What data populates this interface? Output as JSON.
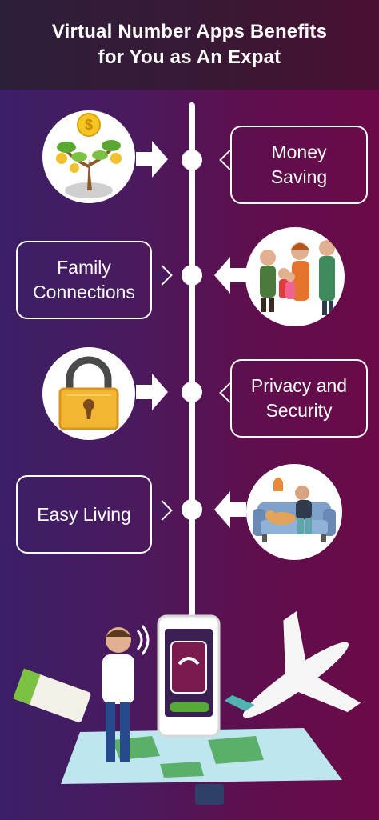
{
  "header": {
    "title_line1": "Virtual Number Apps Benefits",
    "title_line2": "for You as An Expat"
  },
  "benefits": [
    {
      "line1": "Money",
      "line2": "Saving",
      "icon": "money-tree-icon"
    },
    {
      "line1": "Family",
      "line2": "Connections",
      "icon": "family-icon"
    },
    {
      "line1": "Privacy and",
      "line2": "Security",
      "icon": "padlock-icon"
    },
    {
      "line1": "Easy Living",
      "line2": "",
      "icon": "couch-relax-icon"
    }
  ],
  "colors": {
    "background_left": "#3b1f67",
    "background_right": "#6b0a47",
    "header": "#2c1f3a",
    "accent_white": "#ffffff"
  }
}
